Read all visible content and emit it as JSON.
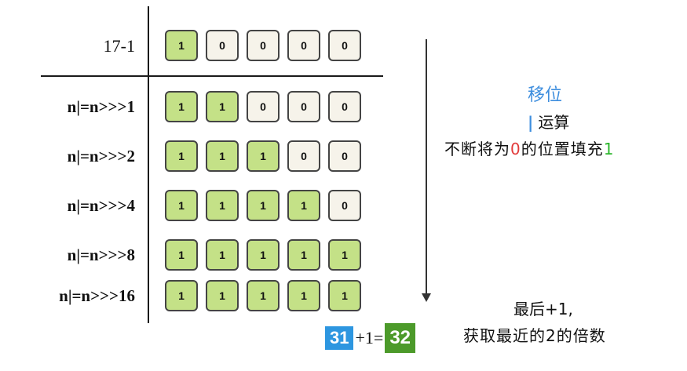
{
  "rows": [
    {
      "label": "17-1",
      "bits": [
        "1",
        "0",
        "0",
        "0",
        "0"
      ]
    },
    {
      "label": "n|=n>>>1",
      "bits": [
        "1",
        "1",
        "0",
        "0",
        "0"
      ]
    },
    {
      "label": "n|=n>>>2",
      "bits": [
        "1",
        "1",
        "1",
        "0",
        "0"
      ]
    },
    {
      "label": "n|=n>>>4",
      "bits": [
        "1",
        "1",
        "1",
        "1",
        "0"
      ]
    },
    {
      "label": "n|=n>>>8",
      "bits": [
        "1",
        "1",
        "1",
        "1",
        "1"
      ]
    },
    {
      "label": "n|=n>>>16",
      "bits": [
        "1",
        "1",
        "1",
        "1",
        "1"
      ]
    }
  ],
  "annotation": {
    "shift": "移位",
    "bar": "|",
    "op": "运算",
    "fill_prefix": "不断将为",
    "fill_zero": "0",
    "fill_middle": "的位置填充",
    "fill_one": "1"
  },
  "result": {
    "left_value": "31",
    "operation": "+1=",
    "right_value": "32",
    "caption_line1": "最后+1,",
    "caption_line2": "获取最近的2的倍数"
  },
  "colors": {
    "bit_on": "#c4e187",
    "bit_off": "#f6f3ea",
    "accent_blue": "#3e8ede",
    "zero_red": "#e23b3b",
    "one_green": "#2bb52b",
    "box31": "#2d96e0",
    "box32": "#4c9a2a"
  }
}
